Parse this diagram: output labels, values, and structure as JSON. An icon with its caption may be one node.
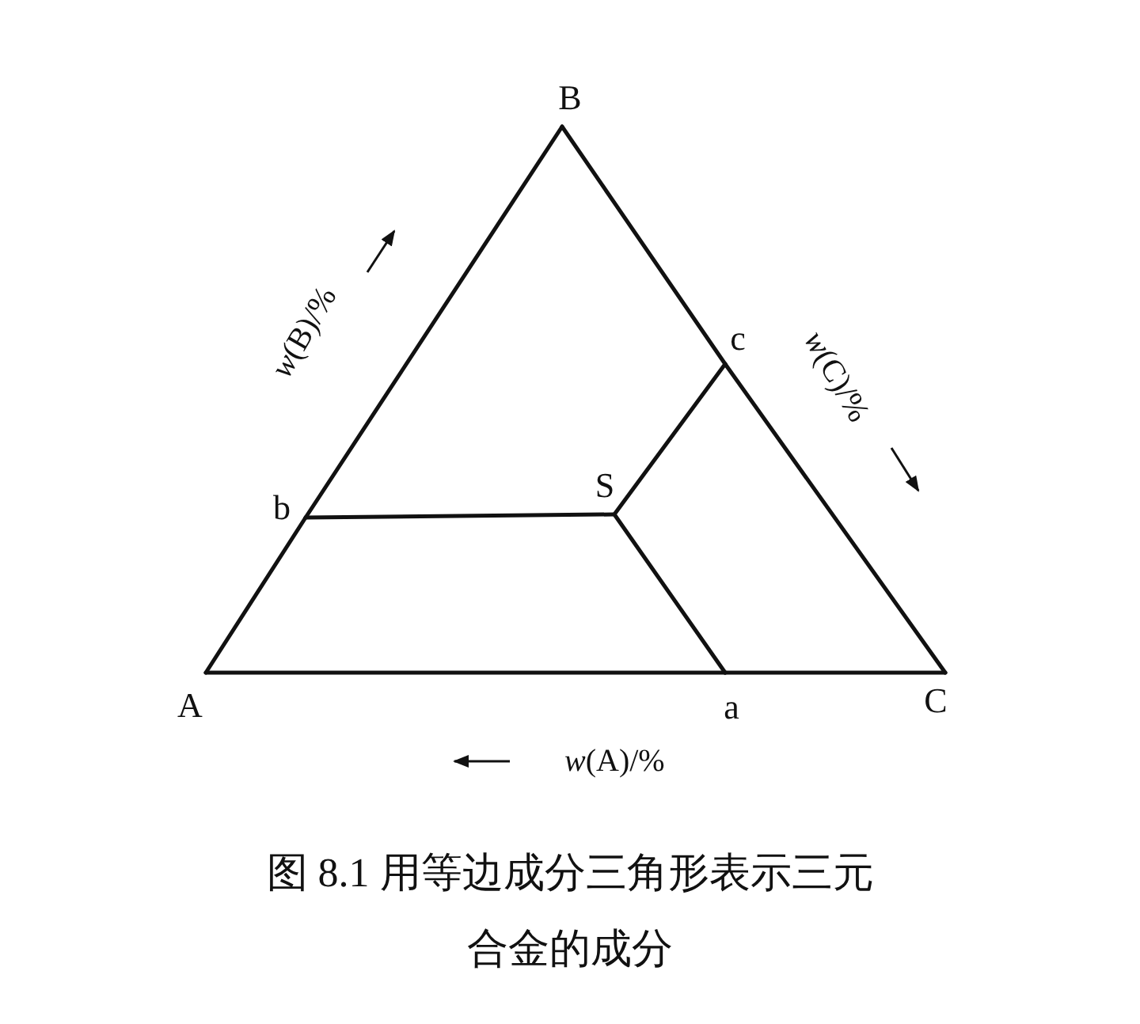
{
  "diagram": {
    "caption": "图 8.1 用等边成分三角形表示三元合金的成分",
    "nodes": [
      {
        "text": [
          "B"
        ]
      },
      {
        "text": [
          "c"
        ]
      },
      {
        "text": [
          "b"
        ]
      },
      {
        "text": [
          "S"
        ]
      },
      {
        "text": [
          "A"
        ]
      },
      {
        "text": [
          "a"
        ]
      },
      {
        "text": [
          "C"
        ]
      }
    ],
    "edges": [
      {
        "from": 4,
        "to": 2,
        "arrow": "none"
      },
      {
        "from": 2,
        "to": 0,
        "arrow": "none"
      },
      {
        "from": 0,
        "to": 1,
        "arrow": "none"
      },
      {
        "from": 1,
        "to": 6,
        "arrow": "none"
      },
      {
        "from": 6,
        "to": 5,
        "arrow": "none"
      },
      {
        "from": 5,
        "to": 4,
        "arrow": "none"
      },
      {
        "from": 3,
        "to": 2,
        "arrow": "none"
      },
      {
        "from": 3,
        "to": 1,
        "arrow": "none"
      },
      {
        "from": 3,
        "to": 5,
        "arrow": "none"
      }
    ],
    "labels": [
      "*w*(B)/%",
      "*w*(C)/%",
      "*w*(A)/%"
    ]
  }
}
